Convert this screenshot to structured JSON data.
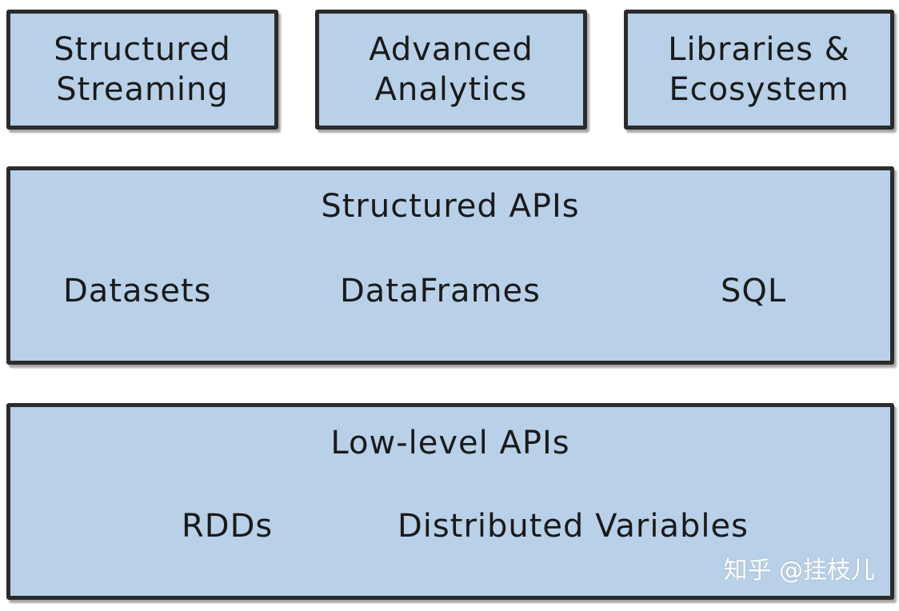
{
  "top_boxes": [
    {
      "label": "Structured\nStreaming"
    },
    {
      "label": "Advanced\nAnalytics"
    },
    {
      "label": "Libraries &\nEcosystem"
    }
  ],
  "structured_apis": {
    "title": "Structured APIs",
    "items": [
      "Datasets",
      "DataFrames",
      "SQL"
    ]
  },
  "low_level_apis": {
    "title": "Low-level APIs",
    "items": [
      "RDDs",
      "Distributed Variables"
    ]
  },
  "watermark": "知乎 @挂枝儿",
  "colors": {
    "box_fill": "#b8d0e8",
    "box_border": "#2b2b2b"
  }
}
